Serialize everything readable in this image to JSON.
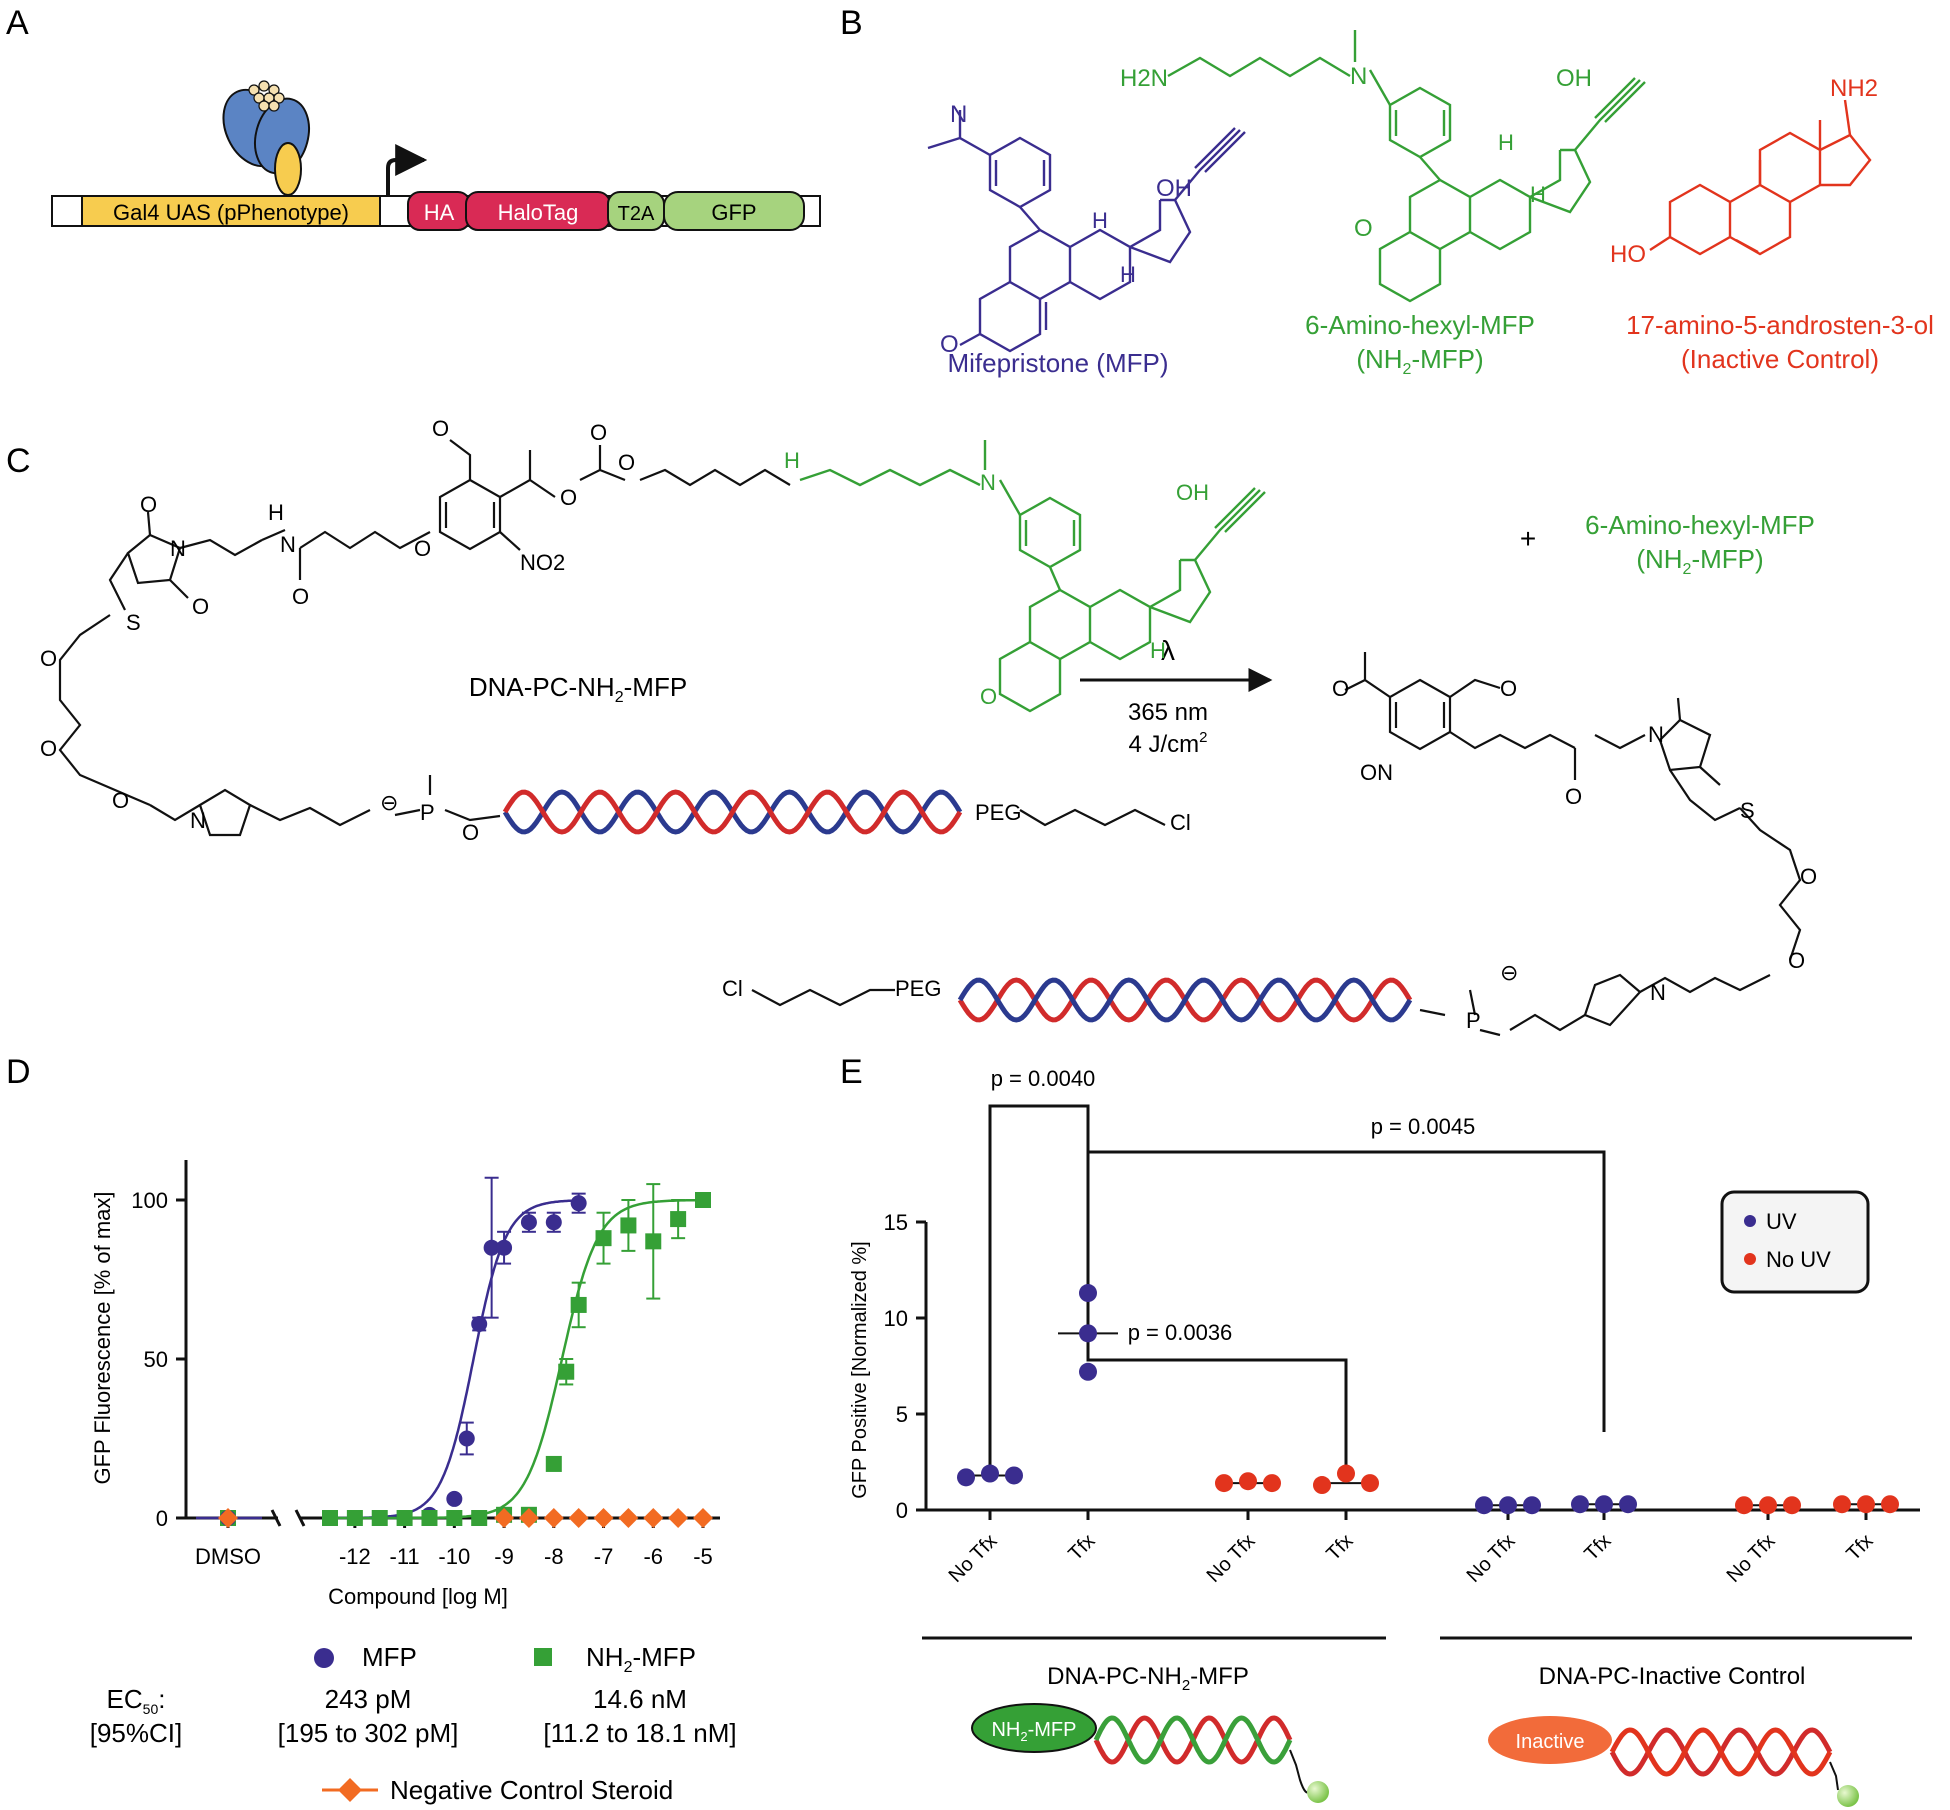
{
  "panel_labels": {
    "a": "A",
    "b": "B",
    "c": "C",
    "d": "D",
    "e": "E"
  },
  "colors": {
    "mfp": "#3a2d8f",
    "nh2": "#35a036",
    "inactive": "#e2341d",
    "halo": "#d92a55",
    "gfp": "#a6d37e",
    "uas": "#f7cc4f",
    "protein": "#5b84c4",
    "negative": "#f26b22",
    "dna_blue": "#2b3a8f",
    "dna_red": "#d12b2b",
    "dna_green": "#3aa03a"
  },
  "panel_a": {
    "uas_label": "Gal4 UAS (pPhenotype)",
    "ha": "HA",
    "halotag": "HaloTag",
    "t2a": "T2A",
    "gfp": "GFP"
  },
  "panel_b": {
    "mfp": {
      "name": "Mifepristone (MFP)",
      "atoms": {
        "n": "N",
        "oh": "OH",
        "o": "O",
        "h1": "H",
        "h2": "H"
      }
    },
    "nh2_mfp": {
      "name": "6-Amino-hexyl-MFP",
      "short": "(NH2-MFP)",
      "short_parts": [
        "(NH",
        "2",
        "-MFP)"
      ],
      "atoms": {
        "h2n": "H2N",
        "n": "N",
        "oh": "OH",
        "o": "O",
        "h1": "H",
        "h2": "H"
      }
    },
    "inactive": {
      "name": "17-amino-5-androsten-3-ol",
      "short": "(Inactive Control)",
      "atoms": {
        "nh2": "NH2",
        "ho": "HO"
      }
    }
  },
  "panel_c": {
    "conjugate_label_parts": [
      "DNA-PC-NH",
      "2",
      "-MFP"
    ],
    "plus": "+",
    "product_name": "6-Amino-hexyl-MFP",
    "product_short_parts": [
      "(NH",
      "2",
      "-MFP)"
    ],
    "lambda": "λ",
    "wavelength": "365 nm",
    "dose_parts": [
      "4 J/cm",
      "2"
    ],
    "atoms": {
      "o": "O",
      "n": "N",
      "nh": "H",
      "s": "S",
      "no2": "NO2",
      "oh": "OH",
      "h": "H",
      "on": "ON",
      "p": "P",
      "cl": "Cl",
      "peg": "PEG",
      "minus": "⊖"
    }
  },
  "panel_d": {
    "ylabel": "GFP Fluorescence [% of max]",
    "xlabel": "Compound [log M]",
    "yticks": [
      "0",
      "50",
      "100"
    ],
    "xticks": [
      "-12",
      "-11",
      "-10",
      "-9",
      "-8",
      "-7",
      "-6",
      "-5"
    ],
    "dmso": "DMSO",
    "legend": {
      "mfp": "MFP",
      "nh2_parts": [
        "NH",
        "2",
        "-MFP"
      ],
      "negative": "Negative Control Steroid"
    },
    "ec50_label_parts": [
      "EC",
      "50",
      ":"
    ],
    "ci_label": "[95%CI]",
    "mfp_ec50": "243 pM",
    "mfp_ci": "[195 to 302 pM]",
    "nh2_ec50": "14.6 nM",
    "nh2_ci": "[11.2 to 18.1 nM]"
  },
  "panel_e": {
    "ylabel": "GFP Positive [Normalized %]",
    "yticks": [
      "0",
      "5",
      "10",
      "15"
    ],
    "xticks": [
      "No Tfx",
      "Tfx",
      "No Tfx",
      "Tfx",
      "No Tfx",
      "Tfx",
      "No Tfx",
      "Tfx"
    ],
    "p_values": [
      "p = 0.0040",
      "p = 0.0036",
      "p = 0.0045"
    ],
    "legend": {
      "uv": "UV",
      "no_uv": "No UV"
    },
    "group1_parts": [
      "DNA-PC-NH",
      "2",
      "-MFP"
    ],
    "group2": "DNA-PC-Inactive Control",
    "cartoon1_parts": [
      "NH",
      "2",
      "-MFP"
    ],
    "cartoon2": "Inactive"
  },
  "chart_data": [
    {
      "type": "scatter",
      "panel": "D",
      "xlabel": "Compound [log M]",
      "ylabel": "GFP Fluorescence [% of max]",
      "xlim": [
        -12.8,
        -4.8
      ],
      "ylim": [
        0,
        110
      ],
      "yticks": [
        0,
        50,
        100
      ],
      "xticks": [
        -12,
        -11,
        -10,
        -9,
        -8,
        -7,
        -6,
        -5
      ],
      "dmso": {
        "mfp": 0,
        "nh2": 0,
        "negative": 0
      },
      "series": [
        {
          "name": "MFP",
          "marker": "circle",
          "color": "#3a2d8f",
          "x": [
            -12.5,
            -12,
            -11.5,
            -11,
            -10.5,
            -10,
            -9.75,
            -9.5,
            -9.25,
            -9,
            -8.5,
            -8,
            -7.5
          ],
          "y": [
            0,
            0,
            0,
            0,
            1,
            6,
            25,
            61,
            85,
            85,
            93,
            93,
            99
          ],
          "err": [
            0,
            0,
            0,
            0,
            0,
            1,
            5,
            2,
            22,
            5,
            3,
            3,
            3
          ],
          "fit": {
            "ec50_log": -9.614,
            "hill": 1.35,
            "top": 100
          }
        },
        {
          "name": "NH2-MFP",
          "marker": "square",
          "color": "#35a036",
          "x": [
            -12.5,
            -12,
            -11.5,
            -11,
            -10.5,
            -10,
            -9.5,
            -9,
            -8.5,
            -8,
            -7.75,
            -7.5,
            -7,
            -6.5,
            -6,
            -5.5,
            -5
          ],
          "y": [
            0,
            0,
            0,
            0,
            0,
            0,
            0,
            1,
            1,
            17,
            46,
            67,
            88,
            92,
            87,
            94,
            100
          ],
          "err": [
            0,
            0,
            0,
            0,
            0,
            0,
            0,
            0,
            0,
            2,
            4,
            7,
            8,
            8,
            18,
            6,
            1
          ],
          "fit": {
            "ec50_log": -7.836,
            "hill": 1.2,
            "top": 100
          }
        },
        {
          "name": "Negative Control Steroid",
          "marker": "diamond",
          "color": "#f26b22",
          "x": [
            -9,
            -8.5,
            -8,
            -7.5,
            -7,
            -6.5,
            -6,
            -5.5,
            -5
          ],
          "y": [
            0,
            0,
            0,
            0,
            0,
            0,
            0,
            0,
            0
          ]
        }
      ],
      "ec50": {
        "MFP": "243 pM",
        "NH2-MFP": "14.6 nM"
      }
    },
    {
      "type": "scatter",
      "panel": "E",
      "ylabel": "GFP Positive [Normalized %]",
      "ylim": [
        0,
        15
      ],
      "yticks": [
        0,
        5,
        10,
        15
      ],
      "categories": [
        "No Tfx",
        "Tfx",
        "No Tfx",
        "Tfx",
        "No Tfx",
        "Tfx",
        "No Tfx",
        "Tfx"
      ],
      "groups": [
        {
          "name": "DNA-PC-NH2-MFP",
          "categories": [
            0,
            1,
            2,
            3
          ]
        },
        {
          "name": "DNA-PC-Inactive Control",
          "categories": [
            4,
            5,
            6,
            7
          ]
        }
      ],
      "series": [
        {
          "name": "UV",
          "color": "#3a2d8f",
          "points": [
            [
              0,
              1.7
            ],
            [
              0,
              1.9
            ],
            [
              0,
              1.8
            ],
            [
              1,
              11.3
            ],
            [
              1,
              9.2
            ],
            [
              1,
              7.2
            ],
            [
              4,
              0.25
            ],
            [
              4,
              0.25
            ],
            [
              4,
              0.25
            ],
            [
              5,
              0.3
            ],
            [
              5,
              0.3
            ],
            [
              5,
              0.3
            ]
          ]
        },
        {
          "name": "No UV",
          "color": "#e2341d",
          "points": [
            [
              2,
              1.4
            ],
            [
              2,
              1.5
            ],
            [
              2,
              1.4
            ],
            [
              3,
              1.3
            ],
            [
              3,
              1.9
            ],
            [
              3,
              1.4
            ],
            [
              6,
              0.25
            ],
            [
              6,
              0.25
            ],
            [
              6,
              0.25
            ],
            [
              7,
              0.3
            ],
            [
              7,
              0.3
            ],
            [
              7,
              0.3
            ]
          ]
        }
      ],
      "medians": [
        1.8,
        9.2,
        1.4,
        1.4,
        0.25,
        0.3,
        0.25,
        0.3
      ],
      "comparisons": [
        {
          "a": 0,
          "b": 1,
          "p": "p = 0.0040"
        },
        {
          "a": 1,
          "b": 3,
          "p": "p = 0.0036"
        },
        {
          "a": 1,
          "b": 5,
          "p": "p = 0.0045"
        }
      ]
    }
  ]
}
